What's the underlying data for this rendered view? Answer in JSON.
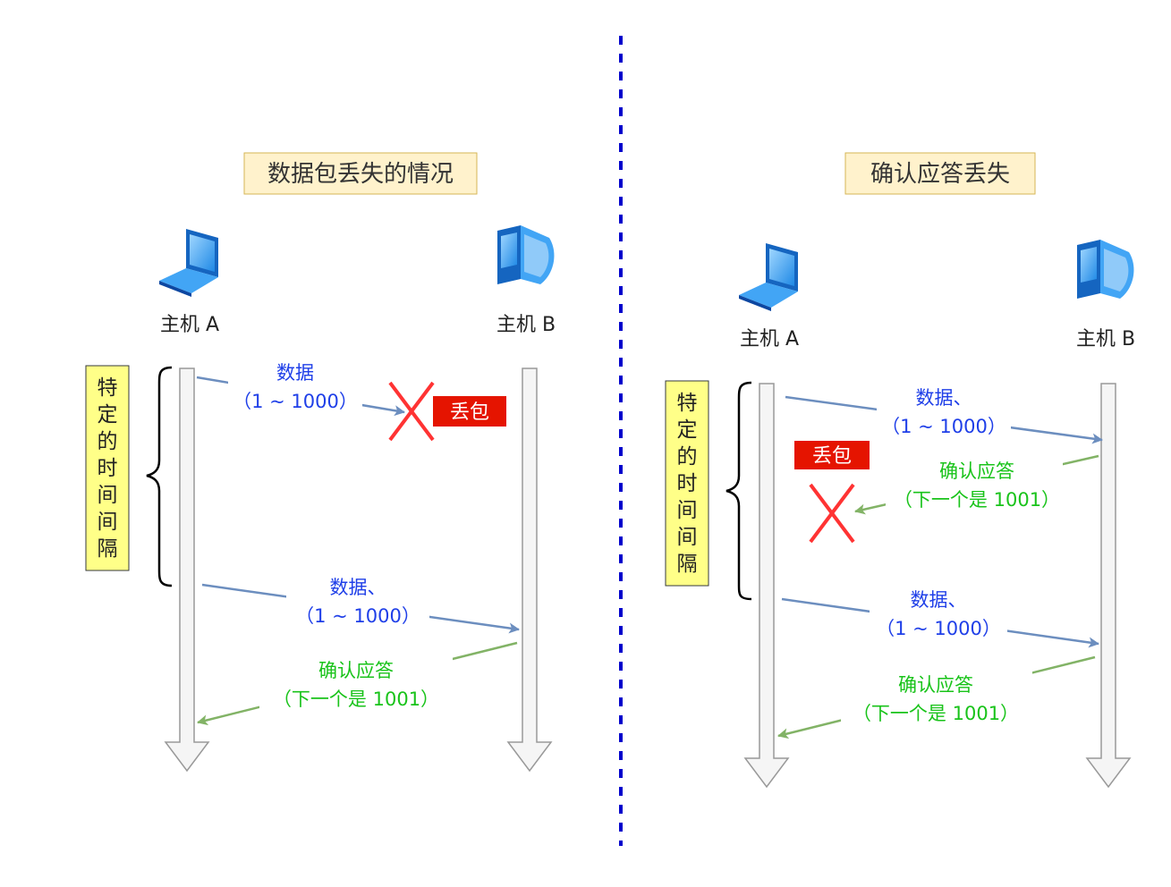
{
  "left": {
    "title": "数据包丢失的情况",
    "host_a": "主机 A",
    "host_b": "主机 B",
    "interval": [
      "特",
      "定",
      "的",
      "时",
      "间",
      "间",
      "隔"
    ],
    "packet1_line1": "数据",
    "packet1_line2": "（1 ~ 1000）",
    "loss_label": "丢包",
    "packet2_line1": "数据、",
    "packet2_line2": "（1 ~ 1000）",
    "ack_line1": "确认应答",
    "ack_line2": "（下一个是 1001）"
  },
  "right": {
    "title": "确认应答丢失",
    "host_a": "主机 A",
    "host_b": "主机 B",
    "interval": [
      "特",
      "定",
      "的",
      "时",
      "间",
      "间",
      "隔"
    ],
    "packet1_line1": "数据、",
    "packet1_line2": "（1 ~ 1000）",
    "loss_label": "丢包",
    "ack1_line1": "确认应答",
    "ack1_line2": "（下一个是 1001）",
    "packet2_line1": "数据、",
    "packet2_line2": "（1 ~ 1000）",
    "ack2_line1": "确认应答",
    "ack2_line2": "（下一个是 1001）"
  },
  "colors": {
    "data_text": "#1f3fe8",
    "ack_text": "#19c31a",
    "data_arrow": "#6c8ebf",
    "ack_arrow": "#82b366",
    "loss_bg": "#e51400",
    "title_bg": "#fff2cc",
    "interval_bg": "#ffff88",
    "divider": "#0000cc"
  },
  "icons": {
    "host_a": "laptop-icon",
    "host_b": "desktop-computer-icon"
  }
}
